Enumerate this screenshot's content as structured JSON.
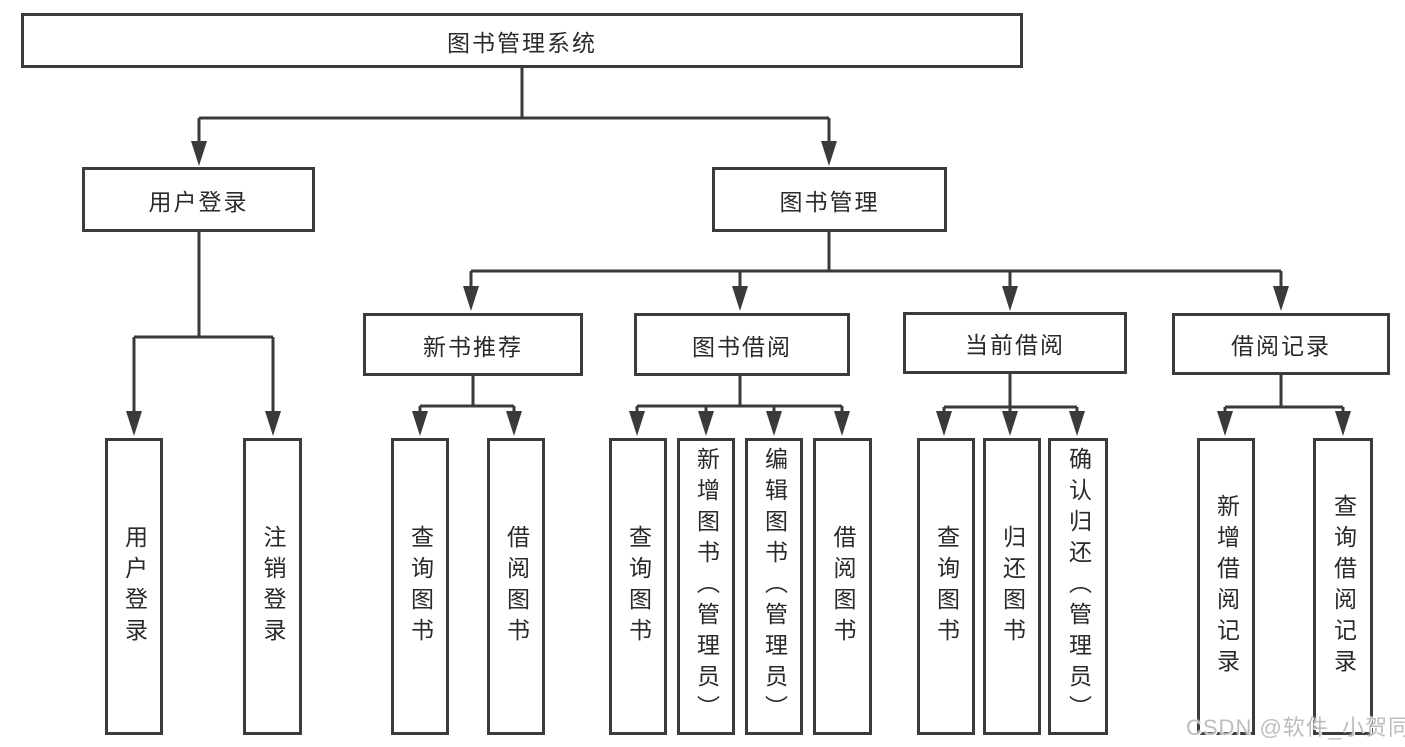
{
  "diagram": {
    "title": "图书管理系统",
    "children": [
      {
        "label": "用户登录",
        "children": [
          {
            "label": "用户登录"
          },
          {
            "label": "注销登录"
          }
        ]
      },
      {
        "label": "图书管理",
        "children": [
          {
            "label": "新书推荐",
            "children": [
              {
                "label": "查询图书"
              },
              {
                "label": "借阅图书"
              }
            ]
          },
          {
            "label": "图书借阅",
            "children": [
              {
                "label": "查询图书"
              },
              {
                "label": "新增图书（管理员）"
              },
              {
                "label": "编辑图书（管理员）"
              },
              {
                "label": "借阅图书"
              }
            ]
          },
          {
            "label": "当前借阅",
            "children": [
              {
                "label": "查询图书"
              },
              {
                "label": "归还图书"
              },
              {
                "label": "确认归还（管理员）"
              }
            ]
          },
          {
            "label": "借阅记录",
            "children": [
              {
                "label": "新增借阅记录"
              },
              {
                "label": "查询借阅记录"
              }
            ]
          }
        ]
      }
    ]
  },
  "watermark": "CSDN @软件_小贺同学",
  "colors": {
    "line": "#3a3a3a",
    "border": "#3b3b3b",
    "text": "#2a2a2a",
    "watermark": "#bdbdbd",
    "background": "#ffffff"
  }
}
